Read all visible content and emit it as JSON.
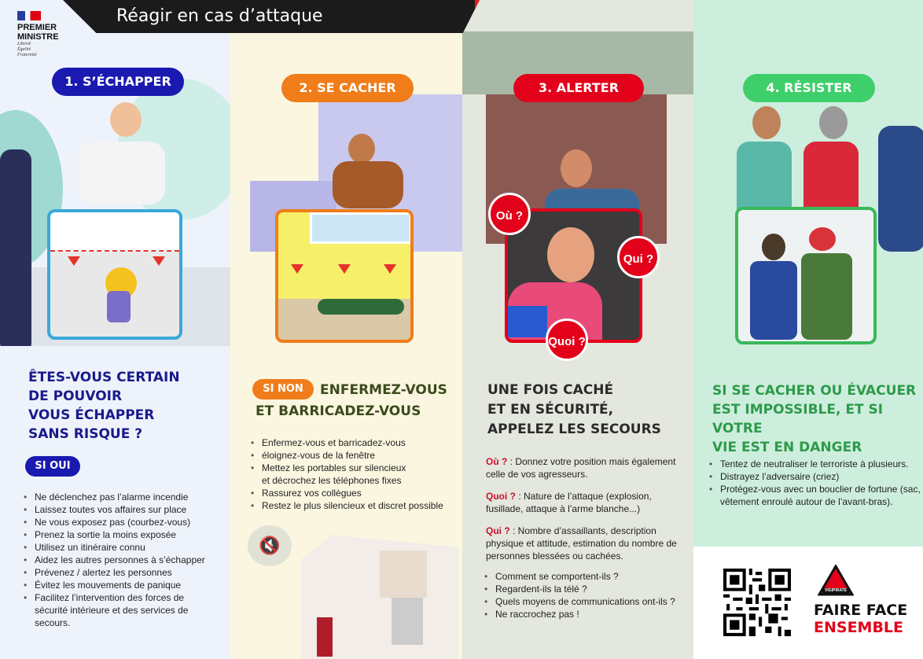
{
  "header": {
    "title": "Réagir en cas d’attaque",
    "logo_text": "PREMIER MINISTRE",
    "motto": [
      "Liberté",
      "Égalité",
      "Fraternité"
    ]
  },
  "colors": {
    "escape": "#1a1ab0",
    "hide": "#f07d1a",
    "alert": "#e2001a",
    "resist": "#3ecf6a"
  },
  "sections": [
    {
      "label": "1. S’ÉCHAPPER",
      "headline": [
        "ÊTES-VOUS CERTAIN",
        "DE POUVOIR",
        "VOUS ÉCHAPPER",
        "SANS RISQUE ?"
      ],
      "badge": "SI OUI",
      "items": [
        "Ne déclenchez pas l’alarme incendie",
        "Laissez toutes vos affaires sur place",
        "Ne vous exposez pas (courbez-vous)",
        "Prenez la sortie la moins exposée",
        "Utilisez un itinéraire connu",
        "Aidez les autres personnes à s’échapper",
        "Prévenez / alertez les personnes",
        "Évitez les mouvements de panique",
        "Facilitez l’intervention des forces de sécurité intérieure et des services de secours."
      ]
    },
    {
      "label": "2. SE CACHER",
      "badge": "SI NON",
      "headline": [
        "ENFERMEZ-VOUS",
        "ET BARRICADEZ-VOUS"
      ],
      "items": [
        "Enfermez-vous et barricadez-vous",
        "éloignez-vous de la fenêtre",
        "Mettez les portables sur silencieux et décrochez les téléphones fixes",
        "Rassurez vos collègues",
        "Restez le plus silencieux et discret possible"
      ],
      "icon": "mute-speaker-icon"
    },
    {
      "label": "3. ALERTER",
      "headline": [
        "UNE FOIS CACHÉ",
        "ET EN SÉCURITÉ,",
        "APPELEZ LES SECOURS"
      ],
      "bubbles": [
        "Où ?",
        "Qui ?",
        "Quoi ?"
      ],
      "qa": [
        {
          "q": "Où ?",
          "a": " : Donnez votre position mais également celle de vos agresseurs."
        },
        {
          "q": "Quoi ?",
          "a": " : Nature de l’attaque (explosion, fusillade, attaque à l’arme blanche...)"
        },
        {
          "q": "Qui ?",
          "a": " : Nombre d’assaillants, description physique et attitude, estimation du nombre de personnes blessées ou cachées."
        }
      ],
      "items": [
        "Comment se comportent-ils ?",
        "Regardent-ils la télé ?",
        "Quels moyens de communications ont-ils ?",
        "Ne raccrochez pas !"
      ]
    },
    {
      "label": "4. RÉSISTER",
      "headline": [
        "SI SE CACHER OU ÉVACUER",
        "EST IMPOSSIBLE, ET SI VOTRE",
        "VIE EST EN DANGER"
      ],
      "items": [
        "Tentez de neutraliser le terroriste à plusieurs.",
        "Distrayez l’adversaire (criez)",
        "Protégez-vous avec un bouclier de fortune (sac, vêtement enroulé autour de l’avant-bras)."
      ]
    }
  ],
  "footer": {
    "vigipirate": "VIGIPIRATE",
    "slogan_1": "FAIRE FACE",
    "slogan_2": "ENSEMBLE",
    "qr": "qr-code"
  }
}
